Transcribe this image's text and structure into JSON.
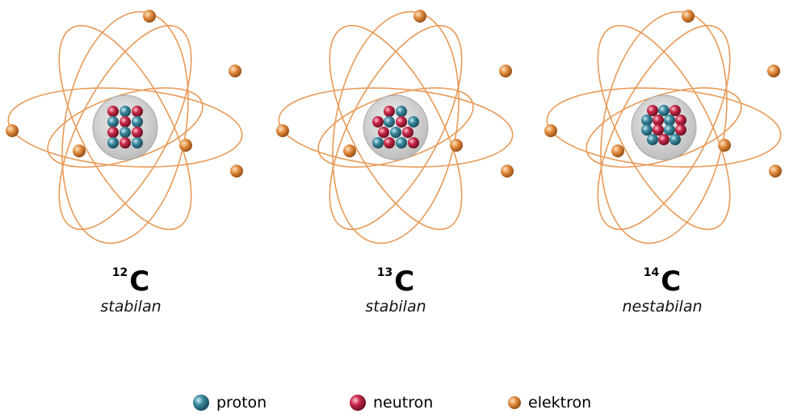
{
  "atoms": [
    {
      "mass_number": "12",
      "symbol": "C",
      "stability": "stabilan",
      "protons": 6,
      "neutrons": 6
    },
    {
      "mass_number": "13",
      "symbol": "C",
      "stability": "stabilan",
      "protons": 6,
      "neutrons": 7
    },
    {
      "mass_number": "14",
      "symbol": "C",
      "stability": "nestabilan",
      "protons": 6,
      "neutrons": 8
    }
  ],
  "legend": {
    "proton": "proton",
    "neutron": "neutron",
    "elektron": "elektron"
  },
  "colors": {
    "proton": "#3a8aa0",
    "neutron": "#c8284a",
    "elektron": "#e08a3c",
    "orbit": "#e89a58",
    "nucleus_bg": "#d6d6d6"
  }
}
